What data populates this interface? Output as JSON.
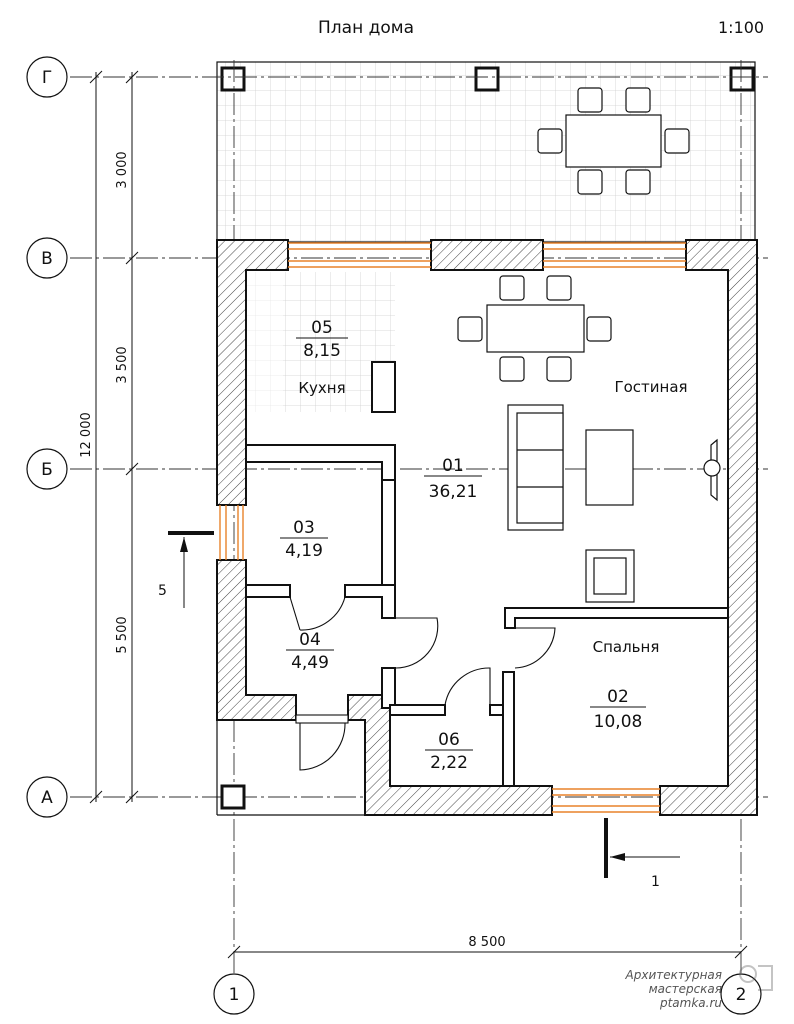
{
  "title": "План дома",
  "scale": "1:100",
  "axes": {
    "horizontal": [
      "Г",
      "В",
      "Б",
      "А"
    ],
    "vertical": [
      "1",
      "2"
    ]
  },
  "dimensions": {
    "total_height": "12 000",
    "seg_1": "3 000",
    "seg_2": "3 500",
    "seg_3": "5 500",
    "total_width": "8 500"
  },
  "rooms": [
    {
      "num": "05",
      "area": "8,15",
      "name": "Кухня"
    },
    {
      "num": "01",
      "area": "36,21",
      "name": "Гостиная"
    },
    {
      "num": "03",
      "area": "4,19",
      "name": ""
    },
    {
      "num": "04",
      "area": "4,49",
      "name": ""
    },
    {
      "num": "06",
      "area": "2,22",
      "name": ""
    },
    {
      "num": "02",
      "area": "10,08",
      "name": "Спальня"
    }
  ],
  "section_marks": [
    "5",
    "1"
  ],
  "watermark": {
    "line1": "Архитектурная",
    "line2": "мастерская",
    "line3": "ptamka.ru"
  },
  "colors": {
    "wall": "#1a1a1a",
    "window": "#e8822a",
    "grid": "#cfcfcf"
  }
}
